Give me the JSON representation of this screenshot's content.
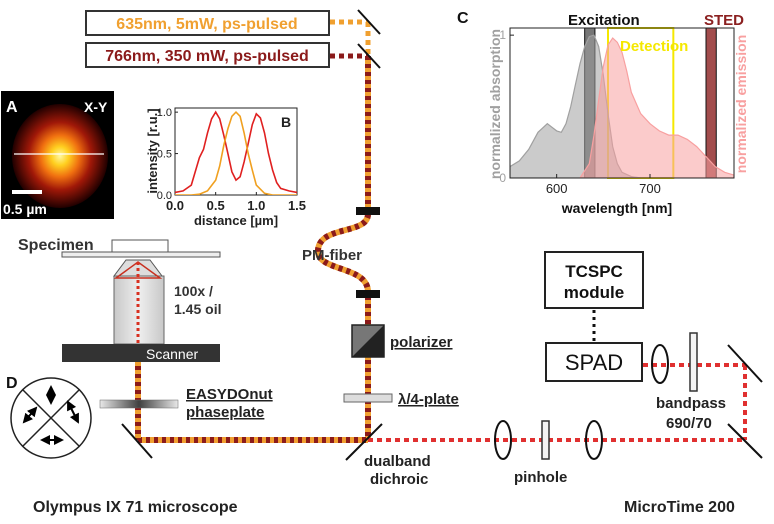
{
  "lasers": {
    "orange": {
      "label": "635nm, 5mW, ps-pulsed",
      "color": "#f0a030"
    },
    "red": {
      "label": "766nm, 350 mW, ps-pulsed",
      "color": "#8b1a1a"
    }
  },
  "panel_a": {
    "letter": "A",
    "view": "X-Y",
    "scalebar": "0.5 µm"
  },
  "panel_b": {
    "letter": "B",
    "ylabel": "intensity [r.u.]",
    "xlabel": "distance [µm]",
    "xticks": [
      "0.0",
      "0.5",
      "1.0",
      "1.5"
    ],
    "yticks": [
      "0.0",
      "0.5",
      "1.0"
    ]
  },
  "panel_c": {
    "letter": "C",
    "xlabel": "wavelength [nm]",
    "ylabel_left": "normalized absorption",
    "ylabel_right": "normalized emission",
    "xticks": [
      "600",
      "700"
    ],
    "yticks": [
      "0",
      "1"
    ],
    "excitation": "Excitation",
    "detection": "Detection",
    "sted": "STED"
  },
  "panel_d": {
    "letter": "D"
  },
  "labels": {
    "specimen": "Specimen",
    "objective": "100x /\n1.45 oil",
    "objective_line1": "100x /",
    "objective_line2": "1.45 oil",
    "scanner": "Scanner",
    "phaseplate_line1": "EASYDOnut",
    "phaseplate_line2": "phaseplate",
    "pm_fiber": "PM-fiber",
    "polarizer": "polarizer",
    "quarter_wave": "λ/4-plate",
    "dichroic_line1": "dualband",
    "dichroic_line2": "dichroic",
    "pinhole": "pinhole",
    "tcspc_line1": "TCSPC",
    "tcspc_line2": "module",
    "spad": "SPAD",
    "bandpass_line1": "bandpass",
    "bandpass_line2": "690/70",
    "microscope": "Olympus IX 71 microscope",
    "microtime": "MicroTime 200"
  },
  "chart_data": [
    {
      "type": "line",
      "panel": "B",
      "xlabel": "distance [µm]",
      "ylabel": "intensity [r.u.]",
      "xlim": [
        0,
        1.5
      ],
      "ylim": [
        0,
        1.05
      ],
      "series": [
        {
          "color": "#e02020",
          "x": [
            0.0,
            0.1,
            0.2,
            0.3,
            0.35,
            0.4,
            0.45,
            0.5,
            0.55,
            0.6,
            0.65,
            0.7,
            0.75,
            0.8,
            0.85,
            0.9,
            0.95,
            1.0,
            1.05,
            1.1,
            1.15,
            1.2,
            1.25,
            1.3,
            1.4,
            1.5
          ],
          "y": [
            0.03,
            0.05,
            0.12,
            0.45,
            0.55,
            0.75,
            0.92,
            1.0,
            0.92,
            0.72,
            0.5,
            0.28,
            0.18,
            0.22,
            0.4,
            0.62,
            0.85,
            0.98,
            0.93,
            0.75,
            0.5,
            0.3,
            0.15,
            0.08,
            0.05,
            0.03
          ]
        },
        {
          "color": "#f0a020",
          "x": [
            0.0,
            0.2,
            0.3,
            0.4,
            0.5,
            0.55,
            0.6,
            0.65,
            0.7,
            0.75,
            0.8,
            0.85,
            0.9,
            0.95,
            1.0,
            1.1,
            1.2,
            1.3,
            1.5
          ],
          "y": [
            0.0,
            0.0,
            0.01,
            0.05,
            0.18,
            0.35,
            0.6,
            0.8,
            0.95,
            1.0,
            0.95,
            0.75,
            0.5,
            0.3,
            0.12,
            0.02,
            0.0,
            0.0,
            0.0
          ]
        }
      ]
    },
    {
      "type": "area",
      "panel": "C",
      "xlabel": "wavelength [nm]",
      "xlim": [
        550,
        790
      ],
      "ylim": [
        0,
        1.05
      ],
      "series": [
        {
          "color": "#a0a0a0",
          "x": [
            550,
            560,
            570,
            580,
            590,
            600,
            605,
            610,
            615,
            620,
            625,
            630,
            635,
            640,
            645,
            650,
            655,
            660,
            665,
            670,
            680,
            690
          ],
          "y": [
            0.08,
            0.12,
            0.2,
            0.32,
            0.38,
            0.33,
            0.32,
            0.38,
            0.5,
            0.65,
            0.8,
            0.92,
            0.99,
            1.0,
            0.92,
            0.72,
            0.45,
            0.22,
            0.1,
            0.04,
            0.01,
            0.0
          ]
        },
        {
          "color": "#f8a0a0",
          "x": [
            625,
            635,
            640,
            645,
            650,
            655,
            660,
            665,
            670,
            675,
            680,
            690,
            700,
            710,
            720,
            730,
            740,
            750,
            760,
            770,
            780,
            790
          ],
          "y": [
            0.0,
            0.1,
            0.3,
            0.55,
            0.78,
            0.93,
            0.98,
            0.95,
            0.88,
            0.75,
            0.6,
            0.45,
            0.38,
            0.33,
            0.3,
            0.3,
            0.27,
            0.22,
            0.15,
            0.08,
            0.04,
            0.02
          ]
        }
      ],
      "bands": [
        {
          "label": "Excitation",
          "range": [
            630,
            641
          ],
          "color": "#555555"
        },
        {
          "label": "Detection",
          "range": [
            655,
            725
          ],
          "color": "#f5e800"
        },
        {
          "label": "STED",
          "range": [
            760,
            771
          ],
          "color": "#8b2020"
        }
      ]
    }
  ]
}
